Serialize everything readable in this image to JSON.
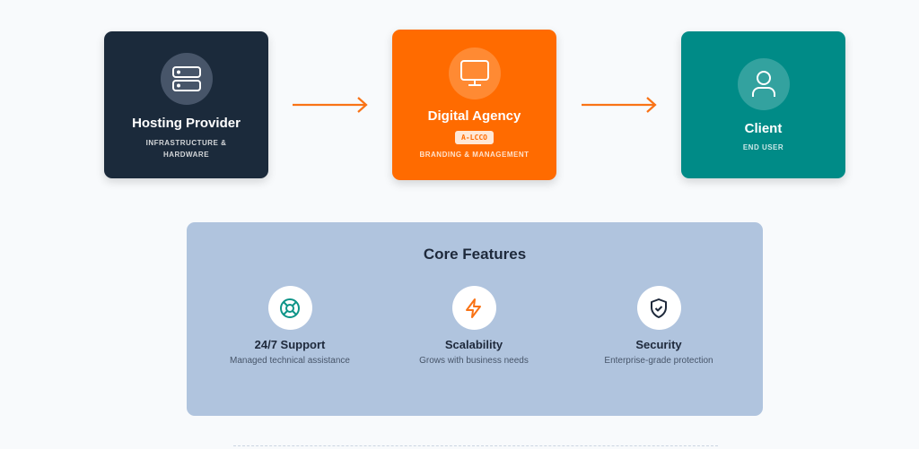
{
  "nodes": [
    {
      "title": "Hosting Provider",
      "subtitle_lines": [
        "INFRASTRUCTURE &",
        "HARDWARE"
      ],
      "icon": "server-icon",
      "color": "#1b2a3b"
    },
    {
      "title": "Digital Agency",
      "badge": "A-LCCO",
      "subtitle_lines": [
        "BRANDING & MANAGEMENT"
      ],
      "icon": "monitor-icon",
      "color": "#ff6b00"
    },
    {
      "title": "Client",
      "subtitle_lines": [
        "END USER"
      ],
      "icon": "user-icon",
      "color": "#008b87"
    }
  ],
  "features": {
    "title": "Core Features",
    "items": [
      {
        "title": "24/7 Support",
        "desc": "Managed technical assistance",
        "icon": "lifebuoy-icon",
        "color": "#0d9488"
      },
      {
        "title": "Scalability",
        "desc": "Grows with business needs",
        "icon": "lightning-icon",
        "color": "#f97316"
      },
      {
        "title": "Security",
        "desc": "Enterprise-grade protection",
        "icon": "shield-check-icon",
        "color": "#1e293b"
      }
    ]
  }
}
